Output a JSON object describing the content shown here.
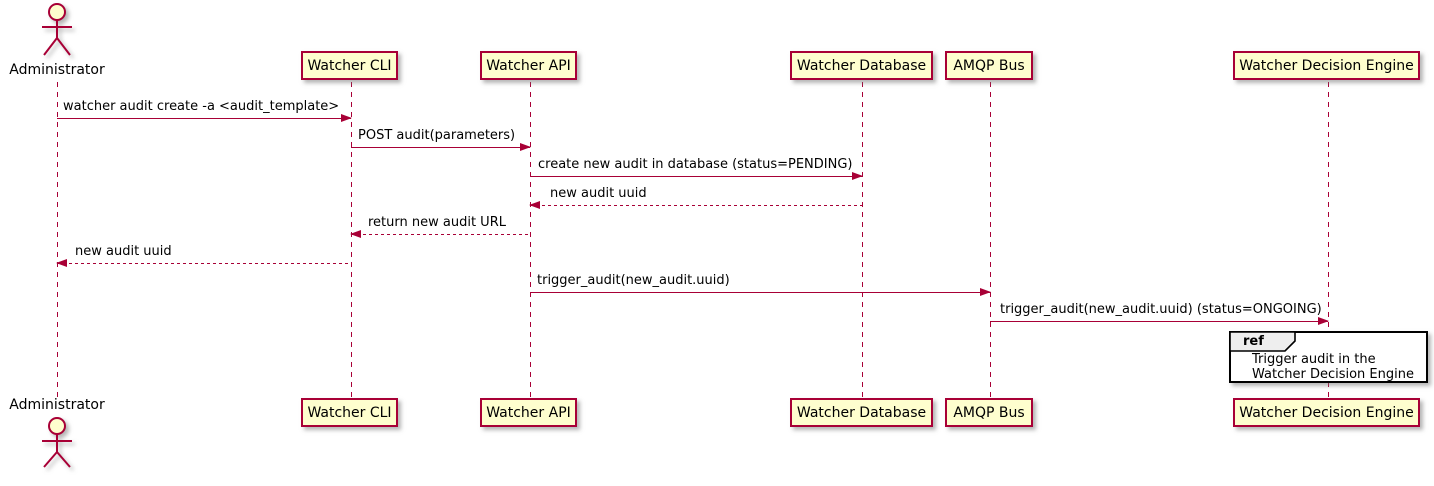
{
  "diagram": {
    "type": "uml-sequence",
    "participants": [
      {
        "label": "Administrator",
        "kind": "actor"
      },
      {
        "label": "Watcher CLI",
        "kind": "participant"
      },
      {
        "label": "Watcher API",
        "kind": "participant"
      },
      {
        "label": "Watcher Database",
        "kind": "participant"
      },
      {
        "label": "AMQP Bus",
        "kind": "participant"
      },
      {
        "label": "Watcher Decision Engine",
        "kind": "participant"
      }
    ],
    "messages": [
      {
        "from": "Administrator",
        "to": "Watcher CLI",
        "style": "solid",
        "label": "watcher audit create -a <audit_template>"
      },
      {
        "from": "Watcher CLI",
        "to": "Watcher API",
        "style": "solid",
        "label": "POST audit(parameters)"
      },
      {
        "from": "Watcher API",
        "to": "Watcher Database",
        "style": "solid",
        "label": "create new audit in database (status=PENDING)"
      },
      {
        "from": "Watcher Database",
        "to": "Watcher API",
        "style": "dashed",
        "label": "new audit uuid"
      },
      {
        "from": "Watcher API",
        "to": "Watcher CLI",
        "style": "dashed",
        "label": "return new audit URL"
      },
      {
        "from": "Watcher CLI",
        "to": "Administrator",
        "style": "dashed",
        "label": "new audit uuid"
      },
      {
        "from": "Watcher API",
        "to": "AMQP Bus",
        "style": "solid",
        "label": "trigger_audit(new_audit.uuid)"
      },
      {
        "from": "AMQP Bus",
        "to": "Watcher Decision Engine",
        "style": "solid",
        "label": "trigger_audit(new_audit.uuid) (status=ONGOING)"
      }
    ],
    "ref": {
      "keyword": "ref",
      "line1": "Trigger audit in the",
      "line2": "Watcher Decision Engine"
    },
    "colors": {
      "participant_fill": "#FEFECE",
      "participant_border": "#A80036",
      "line": "#A80036",
      "text": "#000000",
      "ref_border": "#000000",
      "ref_header_fill": "#EEEEEE"
    }
  }
}
